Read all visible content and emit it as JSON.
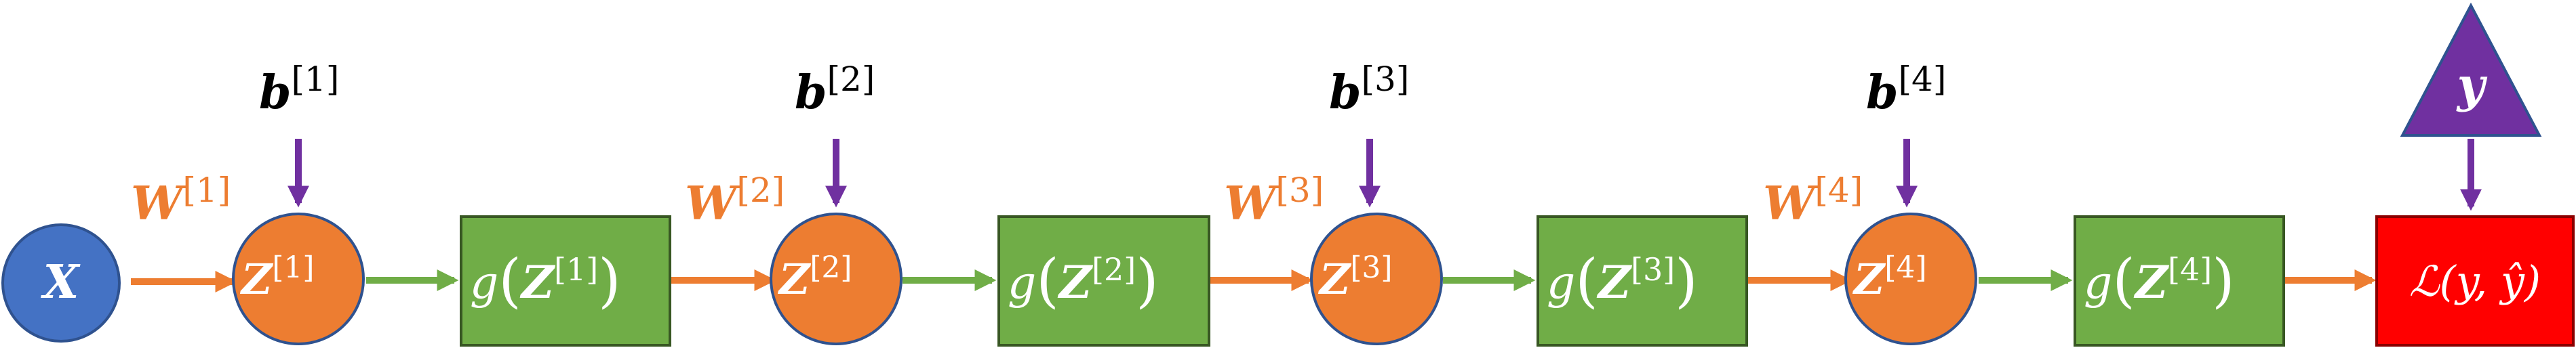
{
  "input": {
    "label": "X"
  },
  "target": {
    "label": "y"
  },
  "layers": [
    {
      "weight": {
        "sym": "W",
        "sup": "[1]"
      },
      "bias": {
        "sym": "b",
        "sup": "[1]"
      },
      "z": {
        "sym": "Z",
        "sup": "[1]"
      },
      "act": {
        "g": "g",
        "lp": "(",
        "sym": "Z",
        "sup": "[1]",
        "rp": ")"
      }
    },
    {
      "weight": {
        "sym": "W",
        "sup": "[2]"
      },
      "bias": {
        "sym": "b",
        "sup": "[2]"
      },
      "z": {
        "sym": "Z",
        "sup": "[2]"
      },
      "act": {
        "g": "g",
        "lp": "(",
        "sym": "Z",
        "sup": "[2]",
        "rp": ")"
      }
    },
    {
      "weight": {
        "sym": "W",
        "sup": "[3]"
      },
      "bias": {
        "sym": "b",
        "sup": "[3]"
      },
      "z": {
        "sym": "Z",
        "sup": "[3]"
      },
      "act": {
        "g": "g",
        "lp": "(",
        "sym": "Z",
        "sup": "[3]",
        "rp": ")"
      }
    },
    {
      "weight": {
        "sym": "W",
        "sup": "[4]"
      },
      "bias": {
        "sym": "b",
        "sup": "[4]"
      },
      "z": {
        "sym": "Z",
        "sup": "[4]"
      },
      "act": {
        "g": "g",
        "lp": "(",
        "sym": "Z",
        "sup": "[4]",
        "rp": ")"
      }
    }
  ],
  "loss": {
    "text": "ℒ(y, ŷ)"
  },
  "colors": {
    "input_node": "#4472c4",
    "z_node": "#ed7d31",
    "act_box": "#70ad47",
    "loss_box": "#ff0000",
    "target_triangle": "#7030a0",
    "orange_arrow": "#ed7d31",
    "green_arrow": "#70ad47",
    "purple_arrow": "#7030a0",
    "weight_label": "#ed7d31",
    "node_border": "#2f528f",
    "box_border": "#385723",
    "loss_border": "#8b0000",
    "triangle_border": "#2f528f"
  }
}
